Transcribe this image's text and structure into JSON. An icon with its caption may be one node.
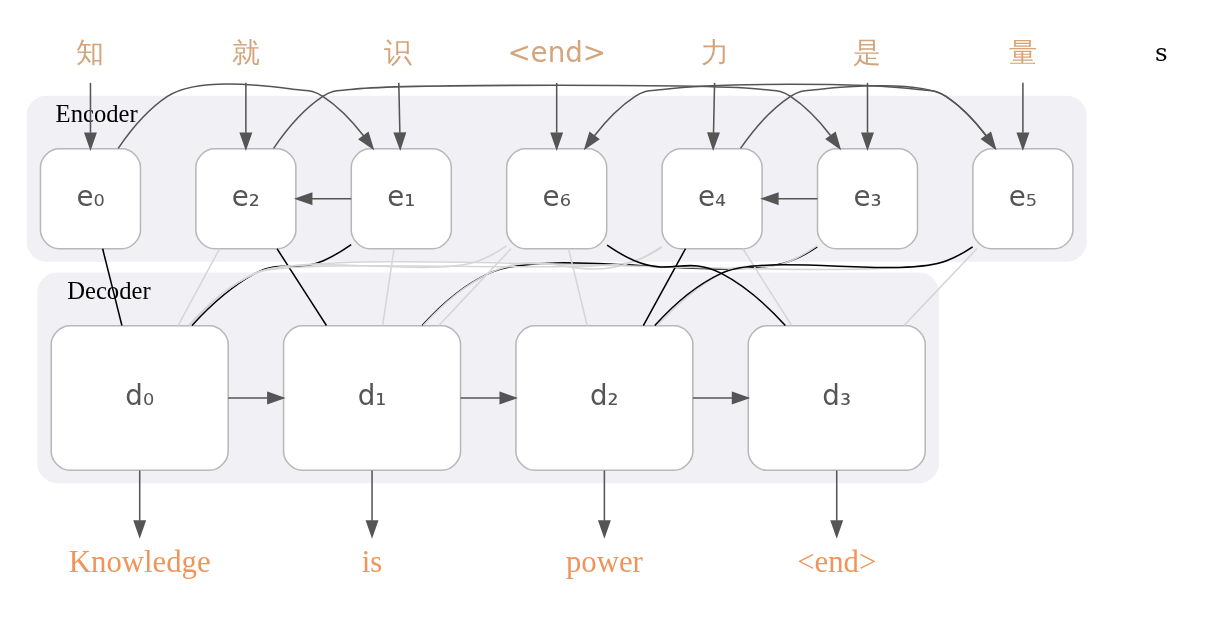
{
  "diagram": {
    "nodes": [
      {
        "text": [
          "知"
        ]
      },
      {
        "text": [
          "识"
        ]
      },
      {
        "text": [
          "就"
        ]
      },
      {
        "text": [
          "是"
        ]
      },
      {
        "text": [
          "力"
        ]
      },
      {
        "text": [
          "量"
        ]
      },
      {
        "text": [
          "<end>"
        ]
      },
      {
        "text": [
          "Encoder"
        ]
      },
      {
        "text": [
          "e₀"
        ],
        "in": 7
      },
      {
        "text": [
          "e₁"
        ],
        "in": 7
      },
      {
        "text": [
          "e₂"
        ],
        "in": 7
      },
      {
        "text": [
          "e₃"
        ],
        "in": 7
      },
      {
        "text": [
          "e₄"
        ],
        "in": 7
      },
      {
        "text": [
          "e₅"
        ],
        "in": 7
      },
      {
        "text": [
          "e₆"
        ],
        "in": 7
      },
      {
        "text": [
          "Decoder"
        ]
      },
      {
        "text": [
          "d₀"
        ],
        "in": 15
      },
      {
        "text": [
          "d₁"
        ],
        "in": 15
      },
      {
        "text": [
          "d₂"
        ],
        "in": 15
      },
      {
        "text": [
          "d₃"
        ],
        "in": 15
      },
      {
        "text": [
          "Knowledge"
        ]
      },
      {
        "text": [
          "is"
        ]
      },
      {
        "text": [
          "power"
        ]
      },
      {
        "text": [
          "<end>"
        ]
      }
    ],
    "edges": [
      {
        "from": 0,
        "to": 8,
        "arrow": "to"
      },
      {
        "from": 1,
        "to": 9,
        "arrow": "to"
      },
      {
        "from": 2,
        "to": 10,
        "arrow": "to"
      },
      {
        "from": 3,
        "to": 11,
        "arrow": "to"
      },
      {
        "from": 4,
        "to": 12,
        "arrow": "to"
      },
      {
        "from": 5,
        "to": 13,
        "arrow": "to"
      },
      {
        "from": 6,
        "to": 14,
        "arrow": "to"
      },
      {
        "from": 8,
        "to": 9,
        "arrow": "to"
      },
      {
        "from": 9,
        "to": 10,
        "arrow": "to"
      },
      {
        "from": 10,
        "to": 11,
        "arrow": "to"
      },
      {
        "from": 11,
        "to": 12,
        "arrow": "to"
      },
      {
        "from": 12,
        "to": 13,
        "arrow": "to"
      },
      {
        "from": 13,
        "to": 14,
        "arrow": "to"
      },
      {
        "from": 8,
        "to": 16,
        "arrow": "none",
        "color": "#000000"
      },
      {
        "from": 9,
        "to": 16,
        "arrow": "none",
        "color": "#000000"
      },
      {
        "from": 10,
        "to": 16,
        "arrow": "none",
        "color": "#d6d6d6"
      },
      {
        "from": 12,
        "to": 16,
        "arrow": "none",
        "color": "#d6d6d6"
      },
      {
        "from": 13,
        "to": 16,
        "arrow": "none",
        "color": "#d6d6d6"
      },
      {
        "from": 14,
        "to": 16,
        "arrow": "none",
        "color": "#d6d6d6"
      },
      {
        "from": 9,
        "to": 17,
        "arrow": "none",
        "color": "#d6d6d6"
      },
      {
        "from": 10,
        "to": 17,
        "arrow": "none",
        "color": "#000000"
      },
      {
        "from": 11,
        "to": 17,
        "arrow": "none",
        "color": "#000000"
      },
      {
        "from": 12,
        "to": 17,
        "arrow": "none",
        "color": "#d6d6d6"
      },
      {
        "from": 14,
        "to": 17,
        "arrow": "none",
        "color": "#d6d6d6"
      },
      {
        "from": 11,
        "to": 18,
        "arrow": "none",
        "color": "#d6d6d6"
      },
      {
        "from": 12,
        "to": 18,
        "arrow": "none",
        "color": "#000000"
      },
      {
        "from": 13,
        "to": 18,
        "arrow": "none",
        "color": "#000000"
      },
      {
        "from": 14,
        "to": 18,
        "arrow": "none",
        "color": "#d6d6d6"
      },
      {
        "from": 12,
        "to": 19,
        "arrow": "none",
        "color": "#d6d6d6"
      },
      {
        "from": 13,
        "to": 19,
        "arrow": "none",
        "color": "#d6d6d6"
      },
      {
        "from": 14,
        "to": 19,
        "arrow": "none",
        "color": "#000000"
      },
      {
        "from": 16,
        "to": 17,
        "arrow": "to"
      },
      {
        "from": 17,
        "to": 18,
        "arrow": "to"
      },
      {
        "from": 18,
        "to": 19,
        "arrow": "to"
      },
      {
        "from": 16,
        "to": 20,
        "arrow": "to"
      },
      {
        "from": 17,
        "to": 21,
        "arrow": "to"
      },
      {
        "from": 18,
        "to": 22,
        "arrow": "to"
      },
      {
        "from": 19,
        "to": 23,
        "arrow": "to"
      }
    ],
    "labels": [
      "s"
    ]
  }
}
